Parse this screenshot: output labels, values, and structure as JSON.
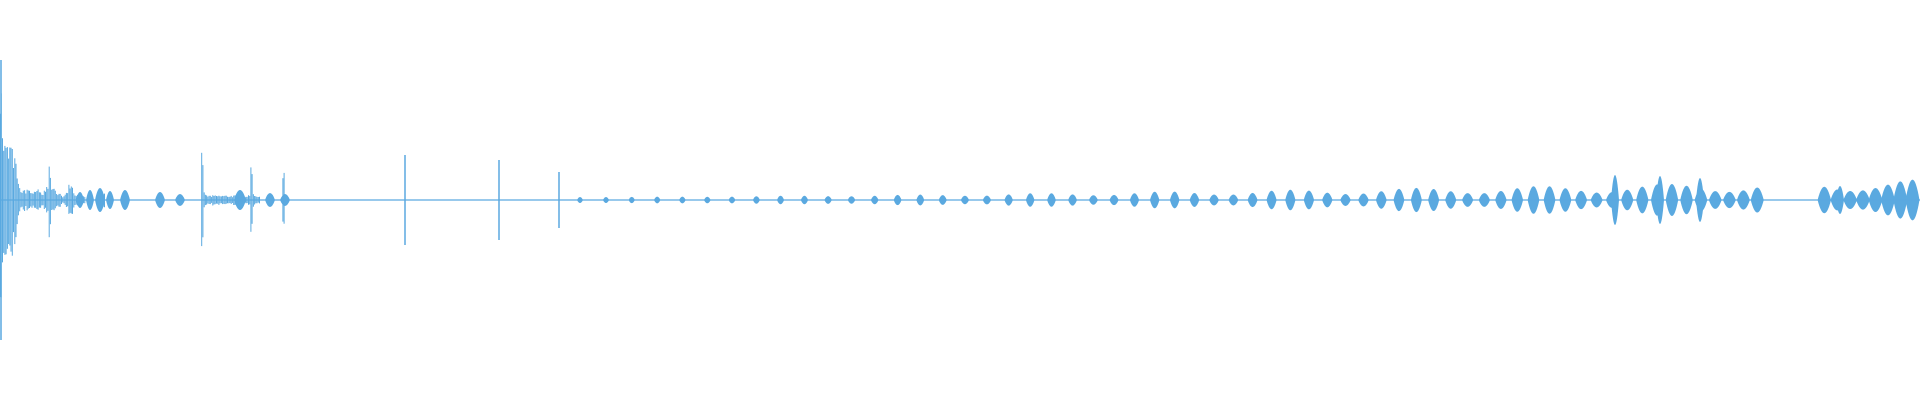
{
  "waveform": {
    "color": "#5aa9e0",
    "background": "#ffffff",
    "peak_amplitudes": [
      0.98,
      0.44,
      0.38,
      0.36,
      0.38,
      0.33,
      0.27,
      0.14,
      0.08,
      0.06,
      0.07,
      0.08,
      0.06,
      0.05,
      0.07,
      0.08,
      0.05,
      0.04,
      0.06,
      0.1,
      0.23,
      0.11,
      0.07,
      0.05,
      0.04,
      0.03,
      0.04,
      0.05,
      0.1,
      0.14,
      0.05,
      0.04,
      0.03,
      0.03,
      0.03,
      0.02,
      0.02,
      0.02,
      0.02,
      0.02,
      0.02,
      0.06,
      0.04,
      0.02,
      0.02,
      0.02,
      0.02,
      0.02,
      0.02,
      0.02,
      0.02,
      0.02,
      0.02,
      0.02,
      0.02,
      0.02,
      0.02,
      0.02,
      0.02,
      0.02,
      0.02,
      0.02,
      0.02,
      0.02,
      0.02,
      0.02,
      0.02,
      0.02,
      0.02,
      0.02,
      0.02,
      0.02,
      0.02,
      0.02,
      0.02,
      0.02,
      0.02,
      0.02,
      0.02,
      0.02,
      0.02,
      0.02,
      0.33,
      0.05,
      0.03,
      0.03,
      0.03,
      0.03,
      0.03,
      0.03,
      0.03,
      0.03,
      0.03,
      0.03,
      0.03,
      0.03,
      0.03,
      0.03,
      0.03,
      0.03,
      0.03,
      0.03,
      0.28,
      0.04,
      0.03,
      0.03,
      0.02,
      0.02,
      0.02,
      0.02,
      0.02,
      0.02,
      0.02,
      0.02,
      0.02,
      0.17,
      0.02,
      0.02,
      0.02,
      0.02,
      0.02,
      0.02,
      0.02,
      0.02,
      0.02,
      0.02,
      0.02,
      0.02,
      0.02,
      0.02,
      0.02,
      0.02,
      0.02,
      0.02,
      0.02,
      0.02,
      0.02,
      0.02,
      0.02,
      0.02,
      0.02,
      0.02,
      0.02,
      0.02,
      0.02,
      0.02,
      0.02,
      0.02,
      0.02,
      0.02,
      0.02,
      0.02,
      0.02,
      0.02,
      0.02,
      0.02,
      0.02,
      0.02,
      0.02,
      0.02,
      0.02,
      0.02,
      0.02,
      0.02,
      0.02,
      0.02,
      0.02,
      0.02,
      0.02,
      0.02,
      0.02,
      0.02,
      0.02,
      0.02,
      0.02,
      0.02,
      0.02,
      0.02,
      0.02,
      0.02,
      0.02,
      0.02,
      0.02,
      0.02,
      0.02,
      0.02,
      0.02,
      0.02,
      0.02,
      0.02,
      0.02,
      0.02,
      0.02,
      0.02,
      0.02,
      0.02,
      0.02,
      0.02,
      0.02,
      0.02,
      0.02,
      0.02,
      0.02,
      0.02,
      0.02,
      0.02,
      0.02,
      0.02,
      0.02,
      0.02,
      0.02,
      0.02,
      0.02,
      0.02,
      0.02,
      0.02,
      0.02,
      0.02,
      0.02,
      0.02,
      0.02,
      0.02,
      0.02,
      0.02,
      0.02,
      0.02,
      0.02,
      0.02,
      0.02,
      0.02,
      0.02,
      0.02,
      0.02,
      0.02,
      0.02,
      0.02,
      0.02,
      0.02,
      0.02,
      0.02,
      0.02,
      0.02,
      0.02,
      0.02,
      0.02,
      0.02,
      0.02,
      0.02,
      0.02,
      0.02
    ]
  }
}
